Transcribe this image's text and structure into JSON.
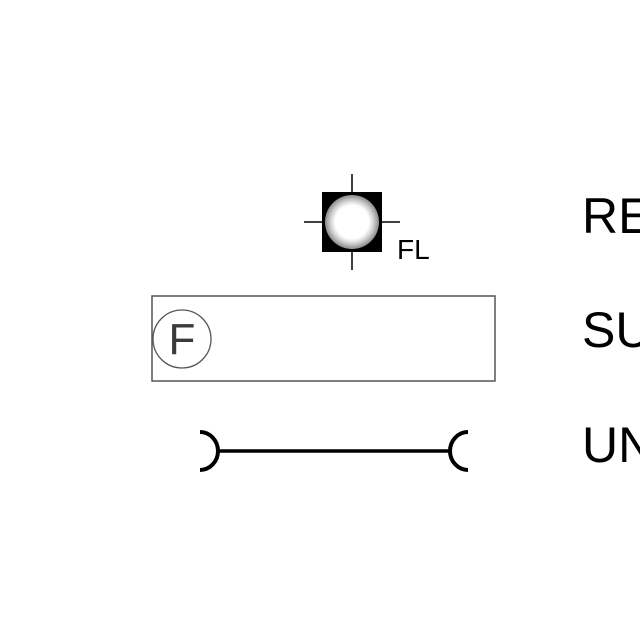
{
  "legend": {
    "items": [
      {
        "symbol": "fixture-square-circle",
        "tag": "FL",
        "label": "RE"
      },
      {
        "symbol": "rectangle-f-circle",
        "letter": "F",
        "label": "SU"
      },
      {
        "symbol": "bracket-line",
        "label": "UN"
      }
    ]
  },
  "colors": {
    "ink": "#000000",
    "thin_line": "#555555",
    "circle_glow": "#bdbdbd",
    "background": "#ffffff"
  }
}
